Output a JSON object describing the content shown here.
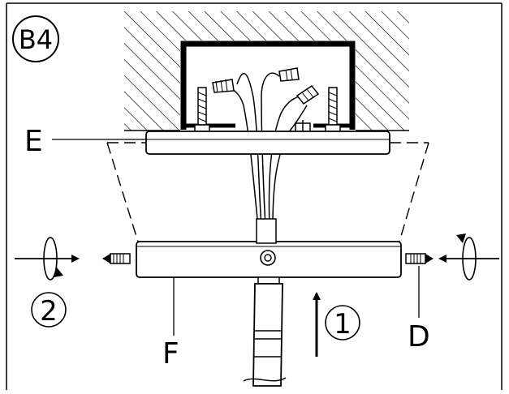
{
  "step_badge": "B4",
  "labels": {
    "bracket": "E",
    "canopy": "F",
    "screw": "D"
  },
  "steps": {
    "first": "1",
    "second": "2"
  }
}
